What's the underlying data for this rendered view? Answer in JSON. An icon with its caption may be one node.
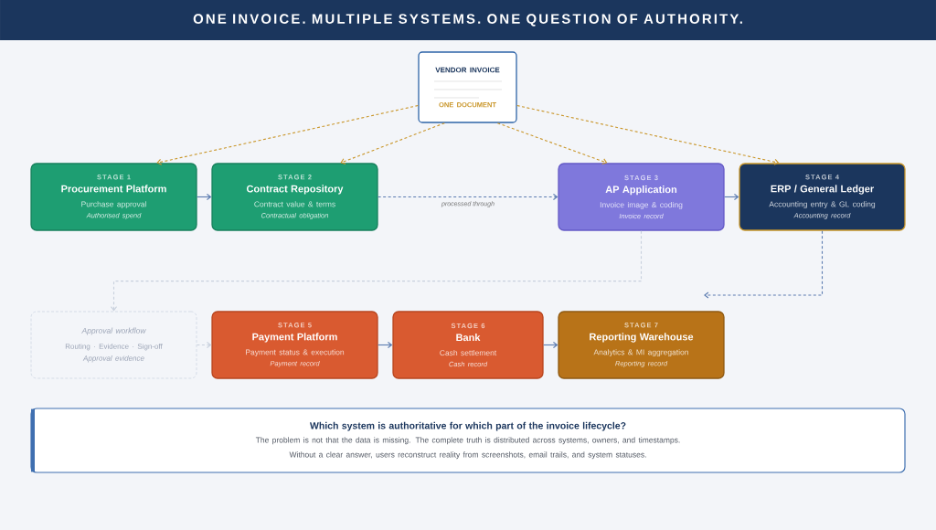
{
  "diagram": {
    "title": "ONE INVOICE. MULTIPLE SYSTEMS. ONE QUESTION OF AUTHORITY.",
    "nodes": [
      {
        "text": [
          "VENDOR INVOICE",
          "ONE DOCUMENT"
        ]
      },
      {
        "text": [
          "STAGE 1",
          "Procurement Platform",
          "Purchase approval",
          "Authorised spend"
        ]
      },
      {
        "text": [
          "STAGE 2",
          "Contract Repository",
          "Contract value & terms",
          "Contractual obligation"
        ]
      },
      {
        "text": [
          "STAGE 3",
          "AP Application",
          "Invoice image & coding",
          "Invoice record"
        ]
      },
      {
        "text": [
          "STAGE 4",
          "ERP / General Ledger",
          "Accounting entry & GL coding",
          "Accounting record"
        ]
      },
      {
        "text": [
          "Approval workflow",
          "Routing · Evidence · Sign-off",
          "Approval evidence"
        ]
      },
      {
        "text": [
          "STAGE 5",
          "Payment Platform",
          "Payment status & execution",
          "Payment record"
        ]
      },
      {
        "text": [
          "STAGE 6",
          "Bank",
          "Cash settlement",
          "Cash record"
        ]
      },
      {
        "text": [
          "STAGE 7",
          "Reporting Warehouse",
          "Analytics & MI aggregation",
          "Reporting record"
        ]
      },
      {
        "text": [
          "Which system is authoritative for which part of the invoice lifecycle?",
          "The problem is not that the data is missing. The complete truth is distributed across systems, owners, and timestamps.",
          "Without a clear answer, users reconstruct reality from screenshots, email trails, and system statuses."
        ]
      }
    ],
    "edges": [
      {
        "from": 0,
        "to": 1,
        "arrow": "to",
        "style": "dashed",
        "color": "#c9962a"
      },
      {
        "from": 0,
        "to": 2,
        "arrow": "to",
        "style": "dashed",
        "color": "#c9962a"
      },
      {
        "from": 0,
        "to": 3,
        "arrow": "to",
        "style": "dashed",
        "color": "#c9962a"
      },
      {
        "from": 0,
        "to": 4,
        "arrow": "to",
        "style": "dashed",
        "color": "#c9962a"
      },
      {
        "from": 1,
        "to": 2,
        "arrow": "to"
      },
      {
        "from": 2,
        "to": 3,
        "arrow": "to",
        "style": "dashed",
        "label": "processed through"
      },
      {
        "from": 3,
        "to": 4,
        "arrow": "to"
      },
      {
        "from": 3,
        "to": 5,
        "arrow": "to",
        "style": "dashed",
        "color": "#c8d0dd"
      },
      {
        "from": 4,
        "to": null,
        "arrow": "to",
        "style": "dashed"
      },
      {
        "from": 5,
        "to": 6,
        "arrow": "to",
        "style": "dashed",
        "color": "#c8d0dd"
      },
      {
        "from": 6,
        "to": 7,
        "arrow": "to"
      },
      {
        "from": 7,
        "to": 8,
        "arrow": "to"
      }
    ]
  }
}
